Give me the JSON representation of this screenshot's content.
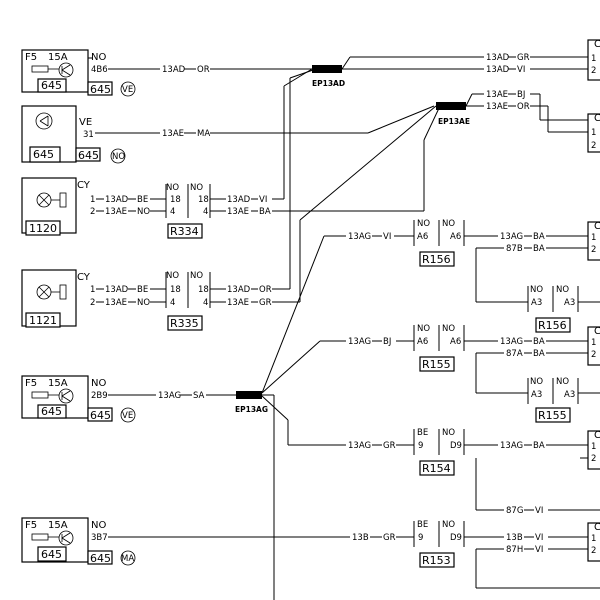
{
  "fuse_units": [
    {
      "fuse": "F5",
      "rating": "15A",
      "conn": "NO",
      "pin": "4B6",
      "num": "645",
      "wire": "645",
      "circle": "VE"
    },
    {
      "fuse": "F5",
      "rating": "15A",
      "conn": "NO",
      "pin": "2B9",
      "num": "645",
      "wire": "645",
      "circle": "VE"
    },
    {
      "fuse": "F5",
      "rating": "15A",
      "conn": "NO",
      "pin": "3B7",
      "num": "645",
      "wire": "645",
      "circle": "MA"
    }
  ],
  "diode_unit": {
    "conn": "VE",
    "pin": "31",
    "num": "645",
    "wire": "645",
    "circle": "NO"
  },
  "lamp_units": [
    {
      "conn": "CY",
      "pin1": "1",
      "pin2": "2",
      "num": "1120"
    },
    {
      "conn": "CY",
      "pin1": "1",
      "pin2": "2",
      "num": "1121"
    }
  ],
  "splices": [
    "EP13AD",
    "EP13AE",
    "EP13AG"
  ],
  "connectors": [
    {
      "id": "R334",
      "left": "NO",
      "right": "NO",
      "p1l": "18",
      "p1r": "18",
      "p2l": "4",
      "p2r": "4"
    },
    {
      "id": "R335",
      "left": "NO",
      "right": "NO",
      "p1l": "18",
      "p1r": "18",
      "p2l": "4",
      "p2r": "4"
    },
    {
      "id": "R156",
      "left": "NO",
      "right": "NO",
      "p1l": "A6",
      "p1r": "A6"
    },
    {
      "id": "R156",
      "left": "NO",
      "right": "NO",
      "p1l": "A3",
      "p1r": "A3"
    },
    {
      "id": "R155",
      "left": "NO",
      "right": "NO",
      "p1l": "A6",
      "p1r": "A6"
    },
    {
      "id": "R155",
      "left": "NO",
      "right": "NO",
      "p1l": "A3",
      "p1r": "A3"
    },
    {
      "id": "R154",
      "left": "BE",
      "right": "NO",
      "p1l": "9",
      "p1r": "D9"
    },
    {
      "id": "R153",
      "left": "BE",
      "right": "NO",
      "p1l": "9",
      "p1r": "D9"
    }
  ],
  "wires": {
    "w1": "13AD",
    "c1": "OR",
    "w2": "13AE",
    "c2": "MA",
    "w3a": "13AD",
    "c3a": "BE",
    "w3b": "13AE",
    "c3b": "NO",
    "w4a": "13AD",
    "c4a": "VI",
    "w4b": "13AE",
    "c4b": "BA",
    "w5a": "13AD",
    "c5a": "BE",
    "w5b": "13AE",
    "c5b": "NO",
    "w6a": "13AD",
    "c6a": "OR",
    "w6b": "13AE",
    "c6b": "GR",
    "w7": "13AG",
    "c7": "SA",
    "w8": "13B",
    "c8": "GR",
    "r1": "13AD",
    "rc1": "GR",
    "r2": "13AD",
    "rc2": "VI",
    "r3": "13AE",
    "rc3": "BJ",
    "r4": "13AE",
    "rc4": "OR",
    "g1": "13AG",
    "gc1": "VI",
    "g2": "13AG",
    "gc2": "BA",
    "g3": "87B",
    "gc3": "BA",
    "g4": "13AG",
    "gc4": "BJ",
    "g5": "13AG",
    "gc5": "BA",
    "g6": "87A",
    "gc6": "BA",
    "g7": "13AG",
    "gc7": "GR",
    "g8": "13AG",
    "gc8": "BA",
    "g9": "87G",
    "gc9": "VI",
    "g10": "13B",
    "gc10": "VI",
    "g11": "87H",
    "gc11": "VI"
  },
  "edge": {
    "c": "C",
    "one": "1",
    "two": "2"
  }
}
